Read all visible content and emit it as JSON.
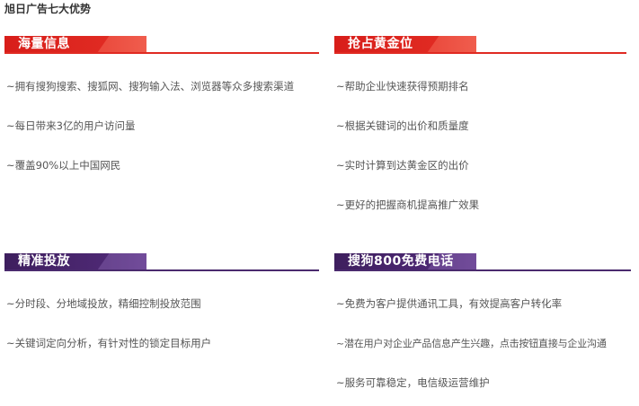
{
  "page": {
    "title": "旭日广告七大优势"
  },
  "sections": [
    {
      "title": "海量信息",
      "items": [
        "~拥有搜狗搜索、搜狐网、搜狗输入法、浏览器等众多搜索渠道",
        "~每日带来3亿的用户访问量",
        "~覆盖90%以上中国网民"
      ]
    },
    {
      "title": "抢占黄金位",
      "items": [
        "~帮助企业快速获得预期排名",
        "~根据关键词的出价和质量度",
        "~实时计算到达黄金区的出价",
        "~更好的把握商机提高推广效果"
      ]
    },
    {
      "title": "精准投放",
      "items": [
        "~分时段、分地域投放，精细控制投放范围",
        "~关键词定向分析，有针对性的锁定目标用户"
      ]
    },
    {
      "title": "搜狗800免费电话",
      "items": [
        "~免费为客户提供通讯工具，有效提高客户转化率",
        "~潜在用户对企业产品信息产生兴趣，点击按钮直接与企业沟通",
        "~服务可靠稳定，电信级运营维护"
      ]
    }
  ],
  "colors": {
    "red_accent": "#e02a22",
    "purple_accent": "#4a2a6e",
    "text": "#555555",
    "title_text": "#333333"
  }
}
